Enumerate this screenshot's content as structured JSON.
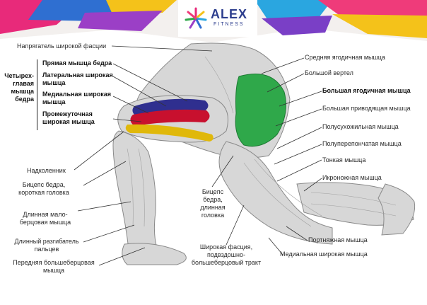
{
  "brand": {
    "name": "ALEX",
    "tagline": "FITNESS"
  },
  "group": {
    "line1": "Четырех-",
    "line2": "главая",
    "line3": "мышца",
    "line4": "бедра"
  },
  "labels": {
    "fascia_tensor": "Напрягатель широкой фасции",
    "rectus_femoris": "Прямая мышца бедра",
    "vastus_lateralis_1": "Латеральная широкая",
    "vastus_lateralis_2": "мышца",
    "vastus_medialis_1": "Медиальная широкая",
    "vastus_medialis_2": "мышца",
    "vastus_intermedius_1": "Промежуточная",
    "vastus_intermedius_2": "широкая мышца",
    "patella": "Надколенник",
    "biceps_short_1": "Бицепс бедра,",
    "biceps_short_2": "короткая головка",
    "peroneus_1": "Длинная мало-",
    "peroneus_2": "берцовая мышца",
    "ext_digitorum_1": "Длинный разгибатель",
    "ext_digitorum_2": "пальцев",
    "tibialis_ant_1": "Передняя большеберцовая",
    "tibialis_ant_2": "мышца",
    "biceps_long_1": "Бицепс",
    "biceps_long_2": "бедра,",
    "biceps_long_3": "длинная",
    "biceps_long_4": "головка",
    "it_band_1": "Широкая фасция,",
    "it_band_2": "подвздошно-",
    "it_band_3": "большеберцовый тракт",
    "gluteus_medius": "Средняя ягодичная мышца",
    "greater_trochanter": "Большой вертел",
    "gluteus_maximus": "Большая ягодичная мышца",
    "adductor_magnus": "Большая приводящая мышца",
    "semitendinosus": "Полусухожильная  мышца",
    "semimembranosus": "Полуперепончатая  мышца",
    "gracilis": "Тонкая  мышца",
    "gastrocnemius": "Икроножная  мышца",
    "sartorius": "Портняжная  мышца",
    "vastus_medialis_r": "Медиальная широкая  мышца"
  },
  "colors": {
    "rectus_femoris": "#c8102e",
    "vastus_lateralis": "#2f2f8f",
    "vastus_medialis": "#e0b80a",
    "vastus_intermedius": "#d01a3a",
    "gluteus_maximus": "#2fa84a"
  }
}
